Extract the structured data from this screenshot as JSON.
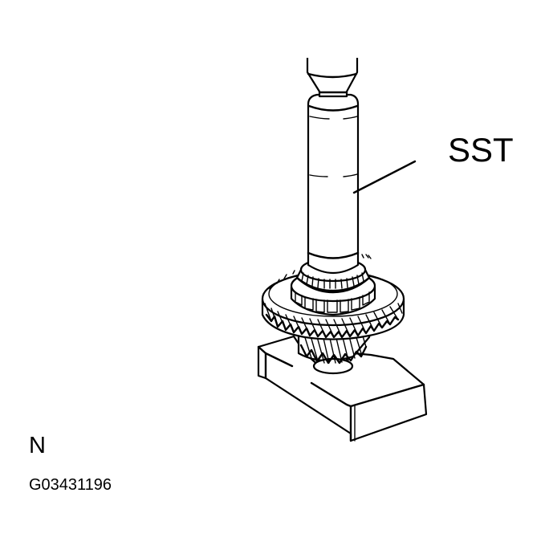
{
  "figure": {
    "callouts": {
      "sst_label": "SST"
    },
    "view_label": "N",
    "figure_id": "G03431196",
    "colors": {
      "line": "#000000",
      "background": "#ffffff"
    },
    "parts": [
      "press-ram",
      "sst-driver",
      "tapered-roller-bearing",
      "synchronizer-hub",
      "helical-gear-large",
      "helical-gear-small",
      "support-block"
    ]
  }
}
